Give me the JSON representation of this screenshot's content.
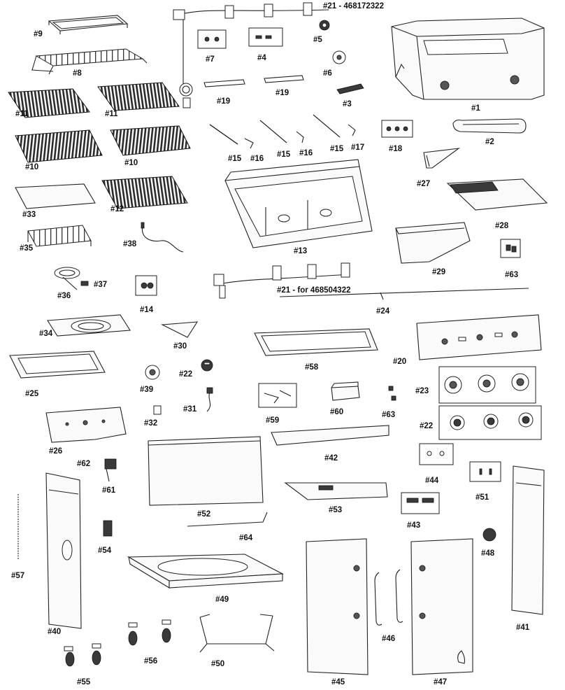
{
  "diagram": {
    "labels": [
      {
        "id": "p21a",
        "text": "#21 - 468172322"
      },
      {
        "id": "p9",
        "text": "#9"
      },
      {
        "id": "p8",
        "text": "#8"
      },
      {
        "id": "p7",
        "text": "#7"
      },
      {
        "id": "p4",
        "text": "#4"
      },
      {
        "id": "p5",
        "text": "#5"
      },
      {
        "id": "p6",
        "text": "#6"
      },
      {
        "id": "p3",
        "text": "#3"
      },
      {
        "id": "p19a",
        "text": "#19"
      },
      {
        "id": "p19b",
        "text": "#19"
      },
      {
        "id": "p1",
        "text": "#1"
      },
      {
        "id": "p2",
        "text": "#2"
      },
      {
        "id": "p11a",
        "text": "#11"
      },
      {
        "id": "p11b",
        "text": "#11"
      },
      {
        "id": "p10a",
        "text": "#10"
      },
      {
        "id": "p10b",
        "text": "#10"
      },
      {
        "id": "p15a",
        "text": "#15"
      },
      {
        "id": "p16a",
        "text": "#16"
      },
      {
        "id": "p15b",
        "text": "#15"
      },
      {
        "id": "p16b",
        "text": "#16"
      },
      {
        "id": "p15c",
        "text": "#15"
      },
      {
        "id": "p17",
        "text": "#17"
      },
      {
        "id": "p18",
        "text": "#18"
      },
      {
        "id": "p27",
        "text": "#27"
      },
      {
        "id": "p33",
        "text": "#33"
      },
      {
        "id": "p12",
        "text": "#12"
      },
      {
        "id": "p28",
        "text": "#28"
      },
      {
        "id": "p35",
        "text": "#35"
      },
      {
        "id": "p38",
        "text": "#38"
      },
      {
        "id": "p13",
        "text": "#13"
      },
      {
        "id": "p29",
        "text": "#29"
      },
      {
        "id": "p63a",
        "text": "#63"
      },
      {
        "id": "p36",
        "text": "#36"
      },
      {
        "id": "p37",
        "text": "#37"
      },
      {
        "id": "p14",
        "text": "#14"
      },
      {
        "id": "p21b",
        "text": "#21 - for 468504322"
      },
      {
        "id": "p24",
        "text": "#24"
      },
      {
        "id": "p34",
        "text": "#34"
      },
      {
        "id": "p30",
        "text": "#30"
      },
      {
        "id": "p58",
        "text": "#58"
      },
      {
        "id": "p20",
        "text": "#20"
      },
      {
        "id": "p25",
        "text": "#25"
      },
      {
        "id": "p39",
        "text": "#39"
      },
      {
        "id": "p22a",
        "text": "#22"
      },
      {
        "id": "p23",
        "text": "#23"
      },
      {
        "id": "p31",
        "text": "#31"
      },
      {
        "id": "p59",
        "text": "#59"
      },
      {
        "id": "p60",
        "text": "#60"
      },
      {
        "id": "p63b",
        "text": "#63"
      },
      {
        "id": "p22b",
        "text": "#22"
      },
      {
        "id": "p32",
        "text": "#32"
      },
      {
        "id": "p26",
        "text": "#26"
      },
      {
        "id": "p42",
        "text": "#42"
      },
      {
        "id": "p62",
        "text": "#62"
      },
      {
        "id": "p61",
        "text": "#61"
      },
      {
        "id": "p44",
        "text": "#44"
      },
      {
        "id": "p51",
        "text": "#51"
      },
      {
        "id": "p52",
        "text": "#52"
      },
      {
        "id": "p53",
        "text": "#53"
      },
      {
        "id": "p43",
        "text": "#43"
      },
      {
        "id": "p54",
        "text": "#54"
      },
      {
        "id": "p64",
        "text": "#64"
      },
      {
        "id": "p48",
        "text": "#48"
      },
      {
        "id": "p57",
        "text": "#57"
      },
      {
        "id": "p49",
        "text": "#49"
      },
      {
        "id": "p40",
        "text": "#40"
      },
      {
        "id": "p46",
        "text": "#46"
      },
      {
        "id": "p41",
        "text": "#41"
      },
      {
        "id": "p56",
        "text": "#56"
      },
      {
        "id": "p50",
        "text": "#50"
      },
      {
        "id": "p55",
        "text": "#55"
      },
      {
        "id": "p45",
        "text": "#45"
      },
      {
        "id": "p47",
        "text": "#47"
      }
    ]
  }
}
